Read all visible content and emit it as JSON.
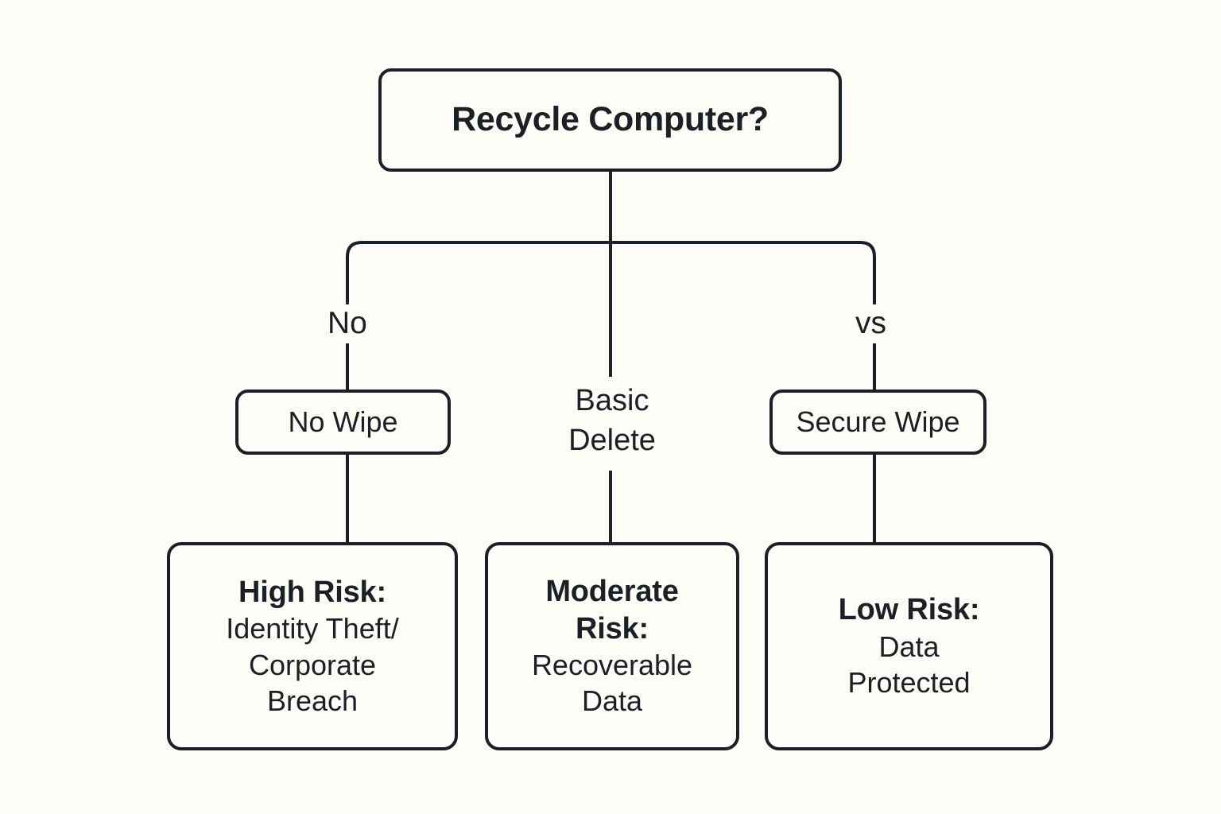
{
  "diagram": {
    "title": "Recycle Computer?",
    "background_color": "#FDFCF7",
    "stroke_color": "#1B2027",
    "type": "decision-flowchart"
  },
  "root": {
    "label": "Recycle Computer?"
  },
  "edge_labels": {
    "left": "No",
    "right": "vs"
  },
  "options": {
    "left": "No Wipe",
    "center_line1": "Basic",
    "center_line2": "Delete",
    "right": "Secure Wipe"
  },
  "outcomes": [
    {
      "headline": "High Risk:",
      "detail": "Identity Theft/ Corporate Breach",
      "detail_line1": "Identity Theft/",
      "detail_line2": "Corporate",
      "detail_line3": "Breach"
    },
    {
      "headline_line1": "Moderate",
      "headline_line2": "Risk:",
      "headline": "Moderate Risk:",
      "detail": "Recoverable Data",
      "detail_line1": "Recoverable",
      "detail_line2": "Data"
    },
    {
      "headline": "Low Risk:",
      "detail": "Data Protected",
      "detail_line1": "Data",
      "detail_line2": "Protected"
    }
  ]
}
